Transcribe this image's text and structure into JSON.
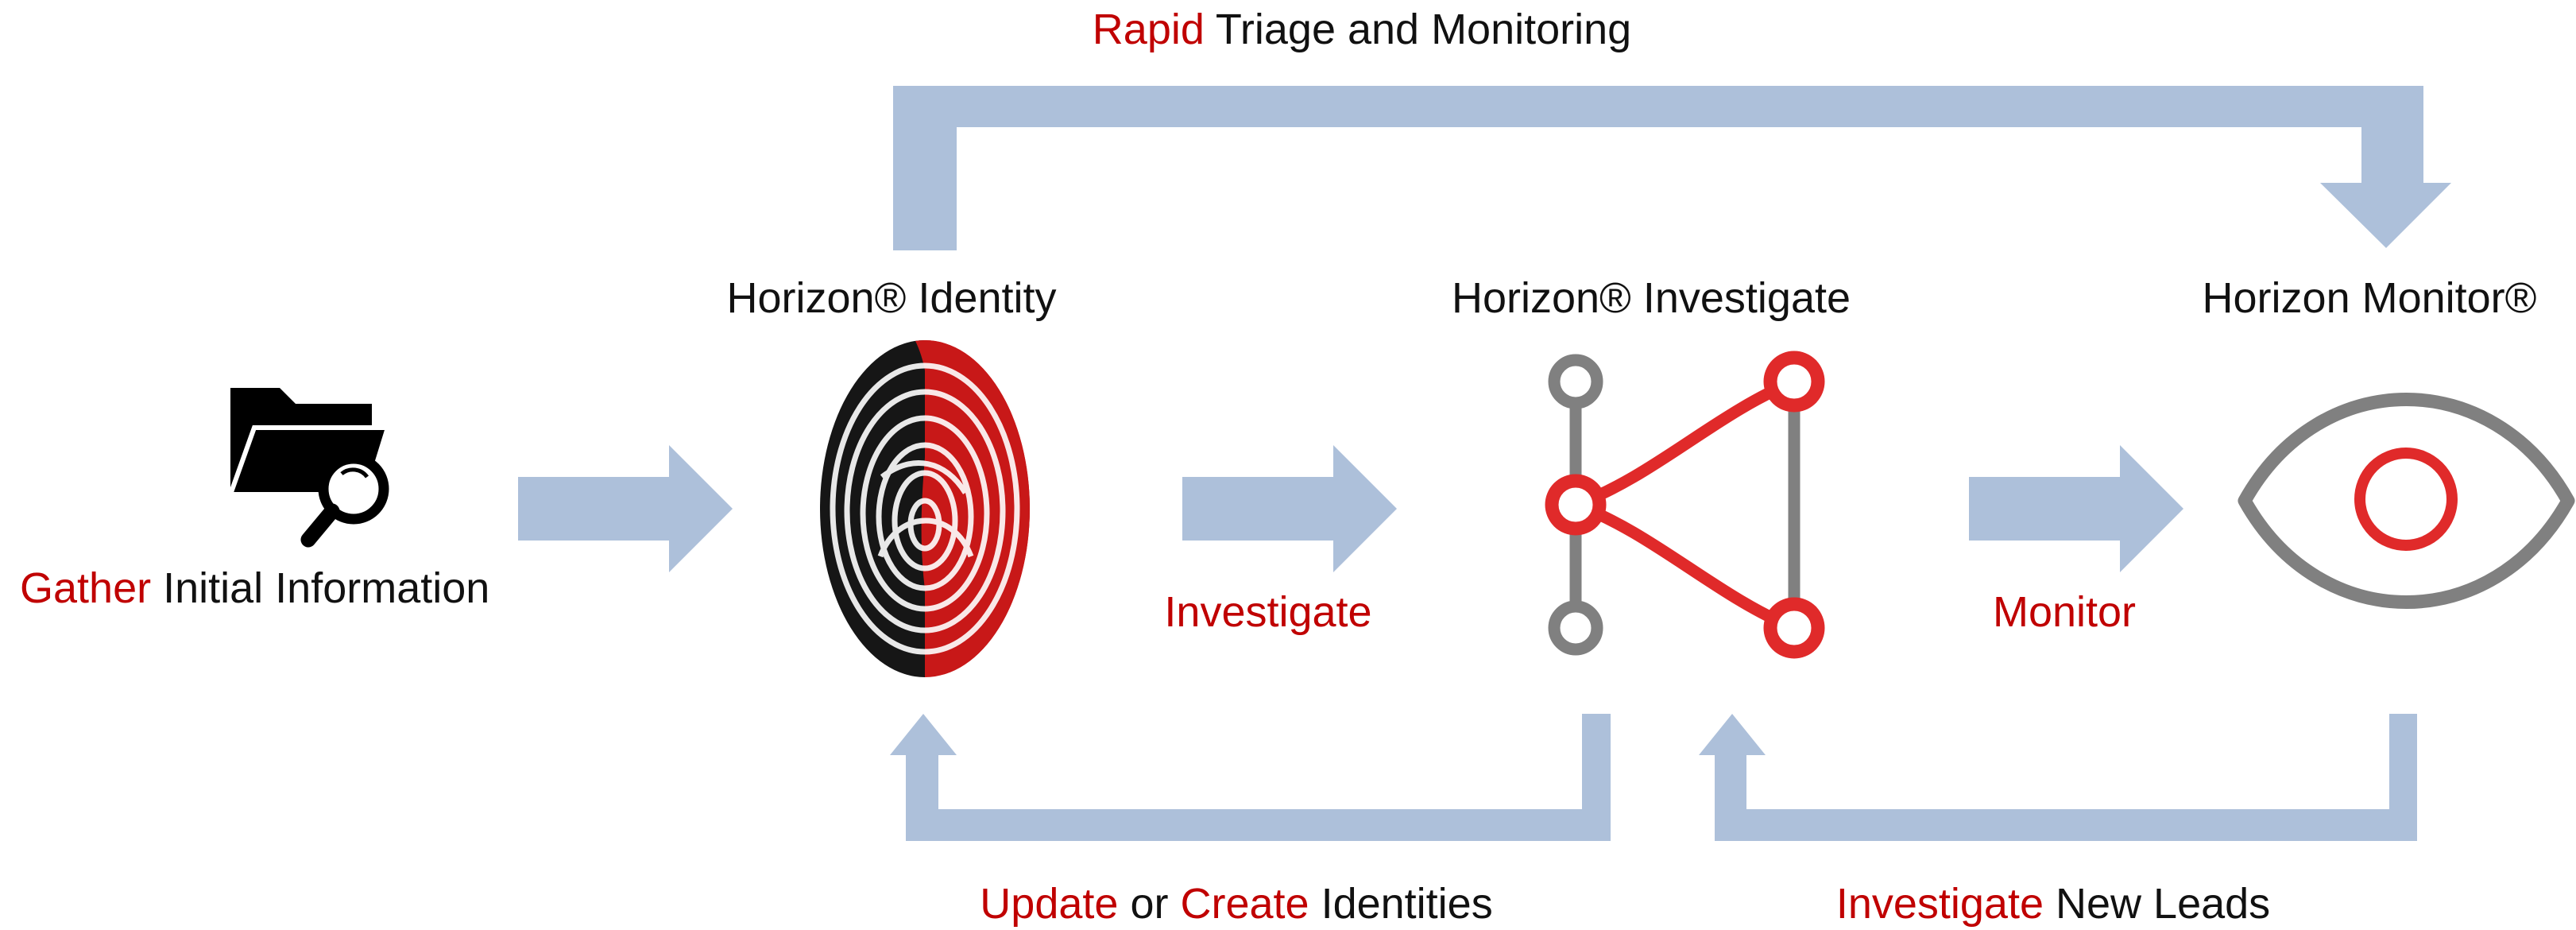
{
  "colors": {
    "arrow": "#adc0da",
    "accent_red": "#c00000",
    "icon_red": "#e02a2a",
    "icon_gray": "#808080",
    "text": "#111111"
  },
  "top_loop": {
    "red": "Rapid",
    "rest": " Triage and Monitoring"
  },
  "gather": {
    "red": "Gather",
    "rest": " Initial Information"
  },
  "identity": {
    "title": "Horizon® Identity"
  },
  "investigate_node": {
    "title": "Horizon® Investigate"
  },
  "monitor_node": {
    "title": "Horizon Monitor®"
  },
  "arrow_labels": {
    "investigate": "Investigate",
    "monitor": "Monitor"
  },
  "bottom_left": {
    "red1": "Update",
    "mid": " or ",
    "red2": "Create",
    "rest": " Identities"
  },
  "bottom_right": {
    "red": "Investigate",
    "rest": " New Leads"
  },
  "icons": [
    "folder-search-icon",
    "fingerprint-icon",
    "network-graph-icon",
    "eye-icon"
  ]
}
